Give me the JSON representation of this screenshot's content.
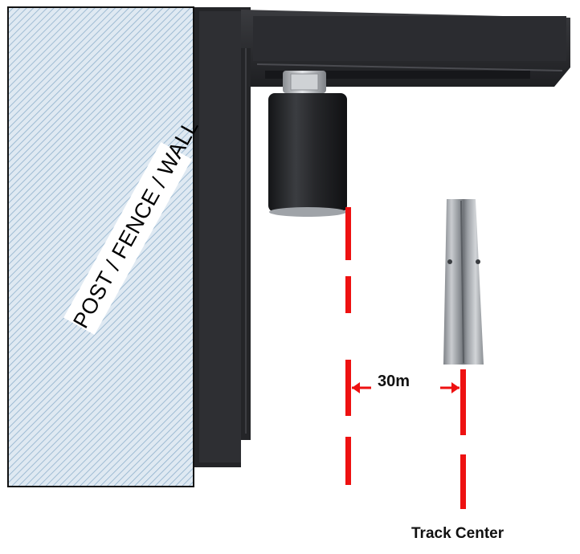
{
  "wall": {
    "label": "POST / FENCE / WALL"
  },
  "dimension": {
    "gap_label": "30m"
  },
  "track": {
    "center_label": "Track Center"
  },
  "colors": {
    "wall_fill": "#dfe9f2",
    "wall_hatch": "#8fb1cc",
    "bracket": "#2a2b2e",
    "roller": "#1f2023",
    "bolt": "#b9bcc0",
    "track_rail": "#a9adb1",
    "guide_line": "#ee1111"
  }
}
